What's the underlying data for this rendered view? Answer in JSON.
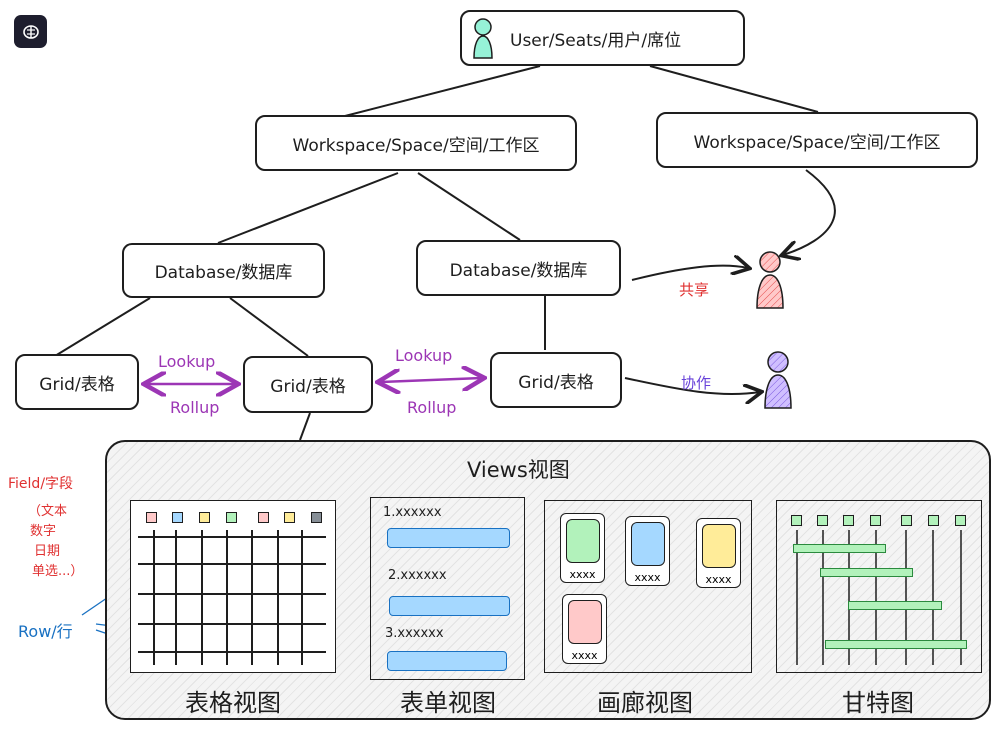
{
  "nodes": {
    "user": "User/Seats/用户/席位",
    "workspace_left": "Workspace/Space/空间/工作区",
    "workspace_right": "Workspace/Space/空间/工作区",
    "database_left": "Database/数据库",
    "database_right": "Database/数据库",
    "grid_1": "Grid/表格",
    "grid_2": "Grid/表格",
    "grid_3": "Grid/表格"
  },
  "links": {
    "lookup_1": "Lookup",
    "rollup_1": "Rollup",
    "lookup_2": "Lookup",
    "rollup_2": "Rollup",
    "share": "共享",
    "collaborate": "协作"
  },
  "views": {
    "title": "Views视图",
    "grid_view": "表格视图",
    "form_view": "表单视图",
    "gallery_view": "画廊视图",
    "gantt_view": "甘特图"
  },
  "annotations": {
    "field": "Field/字段",
    "field_types_1": "（文本",
    "field_types_2": "数字",
    "field_types_3": "日期",
    "field_types_4": "单选...）",
    "row": "Row/行"
  },
  "form_items": [
    "1.xxxxxx",
    "2.xxxxxx",
    "3.xxxxxx"
  ],
  "gallery_cards": [
    "xxxx",
    "xxxx",
    "xxxx",
    "xxxx"
  ],
  "colors": {
    "purple": "#9c36b5",
    "red": "#e03131",
    "blue": "#1971c2",
    "share_person": "#ffc9c9",
    "collab_person": "#d0bfff",
    "user_icon": "#96f2d7",
    "field_chips": [
      "#ffc9c9",
      "#a5d8ff",
      "#ffec99",
      "#b2f2bb",
      "#ffc9c9",
      "#ffec99",
      "#868e96"
    ],
    "gallery_cards": [
      "#b2f2bb",
      "#a5d8ff",
      "#ffec99",
      "#ffc9c9"
    ]
  },
  "icons": [
    "app-logo-icon",
    "user-icon",
    "person-share-icon",
    "person-collab-icon"
  ]
}
